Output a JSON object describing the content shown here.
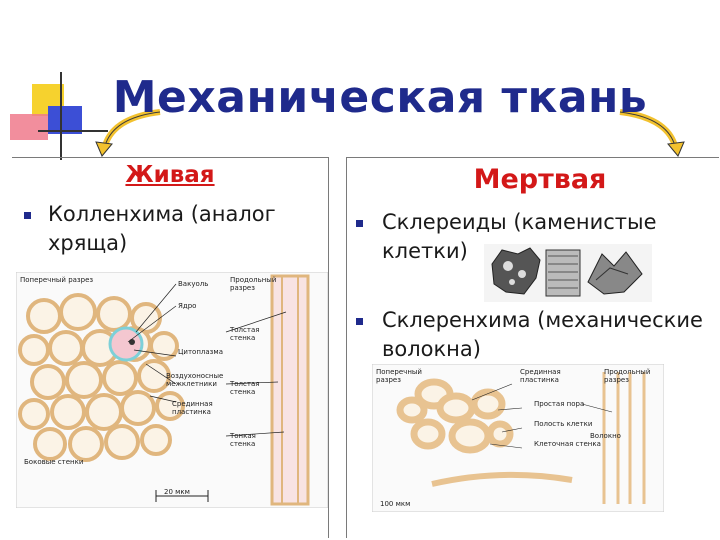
{
  "slide": {
    "title": "Механическая ткань",
    "left_heading": "Живая",
    "right_heading": "Мертвая",
    "left_items": [
      "Колленхима (аналог хряща)"
    ],
    "right_items": [
      "Склереиды (каменистые клетки)",
      "Склеренхима (механические волокна)"
    ]
  },
  "left_figure": {
    "labels": {
      "cross_section": "Поперечный разрез",
      "longitudinal": "Продольный разрез",
      "vacuole": "Вакуоль",
      "nucleus": "Ядро",
      "cytoplasm": "Цитоплазма",
      "intercellular": "Воздухоносные межклетники",
      "middle_lamella": "Срединная пластинка",
      "thick_wall_1": "Толстая стенка",
      "thick_wall_2": "Толстая стенка",
      "thin_wall": "Тонкая стенка",
      "side_walls": "Боковые стенки",
      "scale": "20 мкм"
    }
  },
  "right_figure": {
    "labels": {
      "cross_section": "Поперечный разрез",
      "longitudinal": "Продольный разрез",
      "mid": "Срединная пластинка",
      "pore": "Простая пора",
      "lumen": "Полость клетки",
      "wall": "Клеточная стенка",
      "fiber": "Волокно",
      "scale": "100 мкм"
    }
  },
  "colors": {
    "title": "#1f2a8c",
    "heading": "#d31818",
    "cell_wall": "#e8c391",
    "cell_fill": "#fbf3e6",
    "highlight": "#7dd0d8"
  }
}
